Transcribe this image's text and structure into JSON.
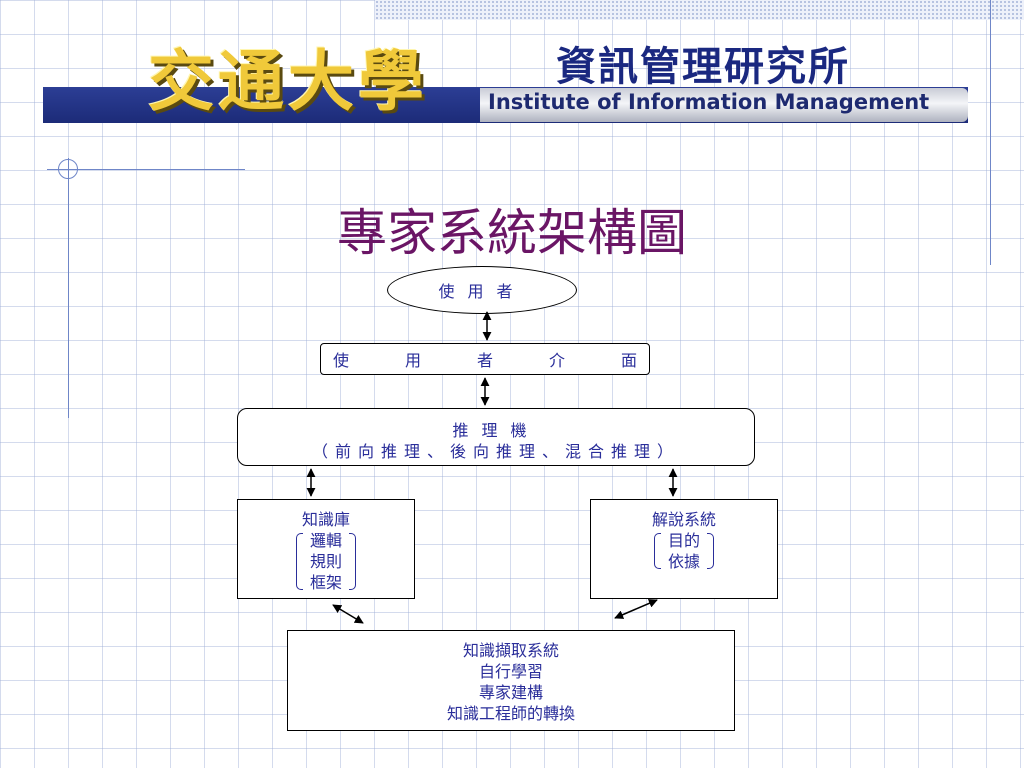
{
  "header": {
    "university_name": "交通大學",
    "institute_name_cn": "資訊管理研究所",
    "institute_name_en": "Institute of Information Management"
  },
  "title": "專家系統架構圖",
  "diagram": {
    "user": "使用者",
    "user_interface": [
      "使",
      "用",
      "者",
      "介",
      "面"
    ],
    "inference_engine": {
      "title": "推理機",
      "subtitle": "（前向推理、後向推理、混合推理）"
    },
    "knowledge_base": {
      "title": "知識庫",
      "items": [
        "邏輯",
        "規則",
        "框架"
      ]
    },
    "explanation_system": {
      "title": "解說系統",
      "items": [
        "目的",
        "依據"
      ]
    },
    "knowledge_acquisition": {
      "lines": [
        "知識擷取系統",
        "自行學習",
        "專家建構",
        "知識工程師的轉換"
      ]
    }
  },
  "colors": {
    "title": "#6a1565",
    "diagram_text": "#2a2e9a",
    "banner": "#1c2b78",
    "logo_gold": "#f0c93a"
  }
}
